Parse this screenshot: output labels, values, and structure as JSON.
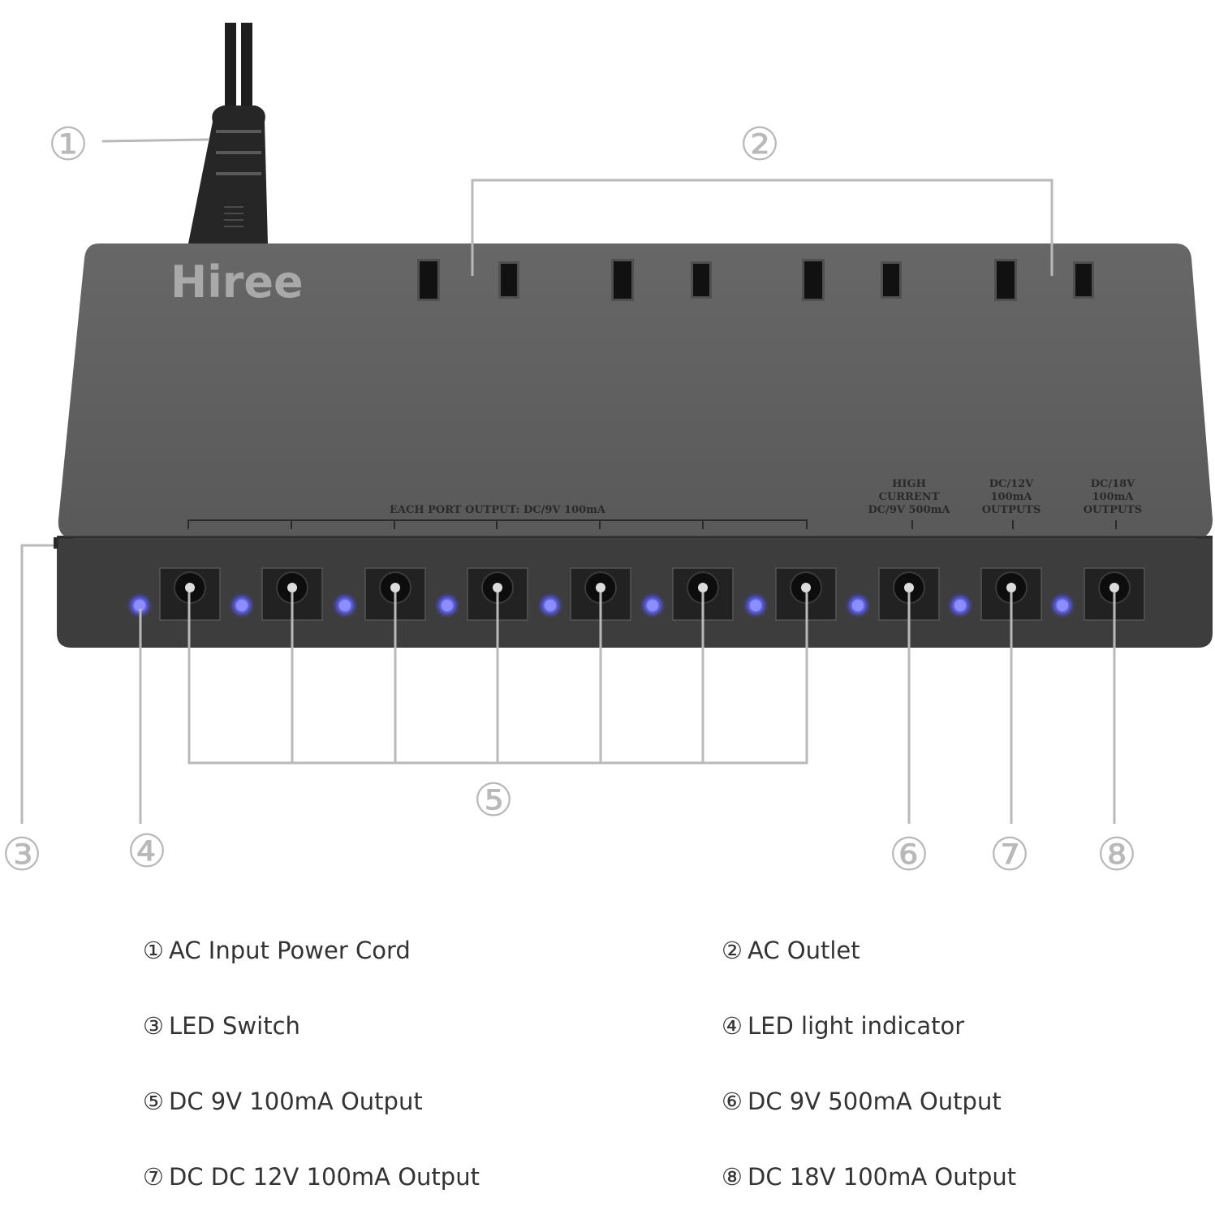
{
  "device": {
    "brand": "Hiree",
    "label_each_port": "EACH PORT OUTPUT: DC/9V 100mA",
    "label_high_current": [
      "HIGH",
      "CURRENT",
      "DC/9V 500mA"
    ],
    "label_12v": [
      "DC/12V",
      "100mA",
      "OUTPUTS"
    ],
    "label_18v": [
      "DC/18V",
      "100mA",
      "OUTPUTS"
    ],
    "body_color": "#5f5f5f",
    "led_color": "#5a5cff",
    "callout_color": "#b9b9b9"
  },
  "callouts": [
    "①",
    "②",
    "③",
    "④",
    "⑤",
    "⑥",
    "⑦",
    "⑧"
  ],
  "legend": [
    {
      "num": "①",
      "text": "AC Input Power Cord"
    },
    {
      "num": "②",
      "text": "AC Outlet"
    },
    {
      "num": "③",
      "text": "LED Switch"
    },
    {
      "num": "④",
      "text": "LED light indicator"
    },
    {
      "num": "⑤",
      "text": "DC 9V 100mA Output"
    },
    {
      "num": "⑥",
      "text": "DC 9V 500mA Output"
    },
    {
      "num": "⑦",
      "text": "DC DC 12V 100mA Output"
    },
    {
      "num": "⑧",
      "text": "DC 18V 100mA Output"
    }
  ]
}
